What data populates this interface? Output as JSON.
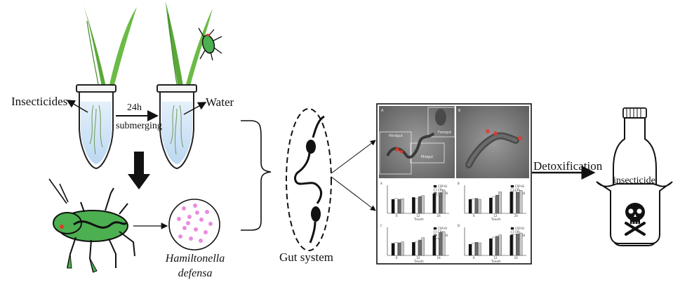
{
  "labels": {
    "insecticides": "Insecticides",
    "time": "24h",
    "submerging": "submerging",
    "water": "Water",
    "bacterium_genus": "Hamiltonella",
    "bacterium_species": "defensa",
    "gut_system": "Gut system",
    "detoxification": "Detoxification",
    "bottle_label": "insecticide"
  },
  "micrograph": {
    "panel_a": "A",
    "panel_b": "B",
    "hindgut": "Hindgut",
    "midgut": "Midgut",
    "foregut": "Foregut"
  },
  "charts": {
    "panel_labels": [
      "A",
      "B",
      "C",
      "D"
    ],
    "legend": [
      "CSP-6I",
      "CKI",
      "CSP-6II",
      "NTR"
    ],
    "xlabel": "Time/h",
    "ticks": [
      "6",
      "12",
      "24"
    ]
  },
  "colors": {
    "leaf_green": "#5aa83a",
    "aphid_green": "#4caf50",
    "bacteria_pink": "#ea8be0",
    "symbiont_red": "#e23a2a"
  }
}
